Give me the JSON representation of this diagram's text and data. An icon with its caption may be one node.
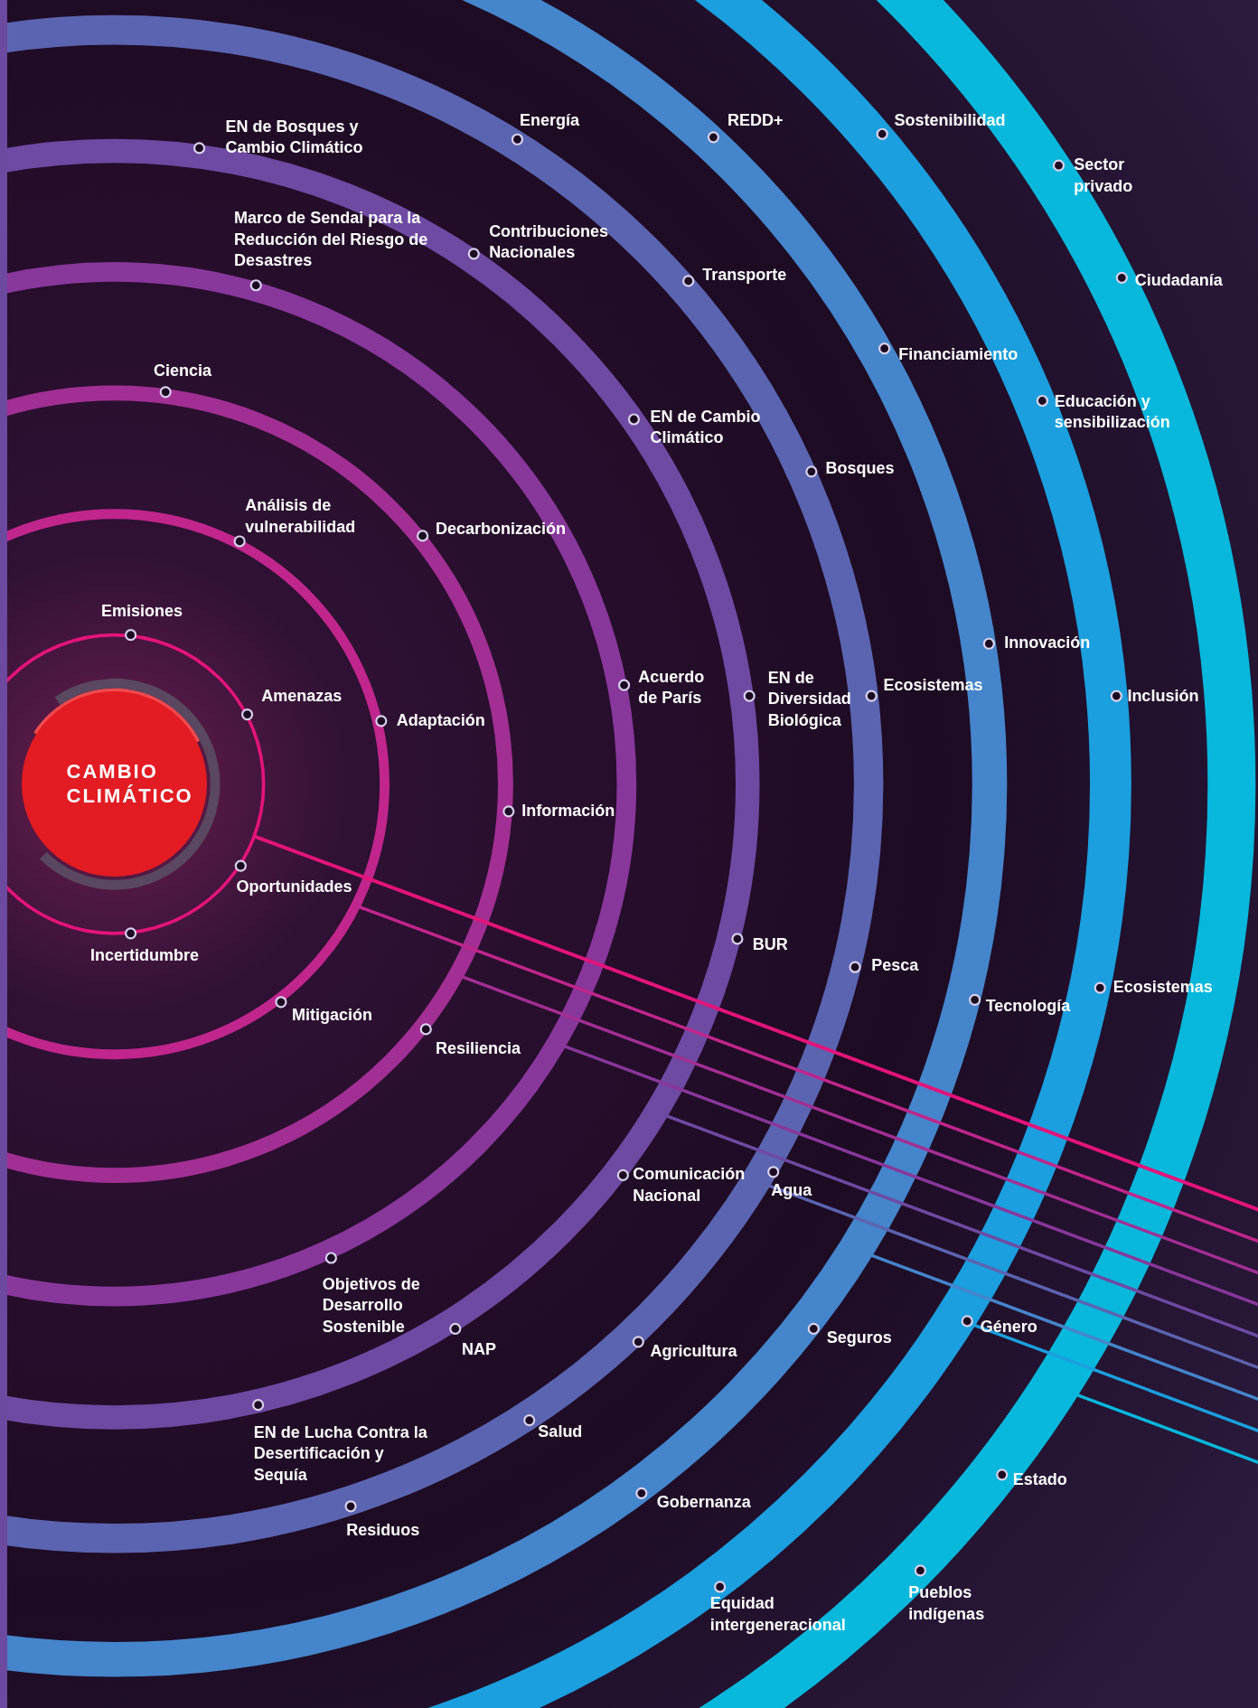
{
  "diagram": {
    "nodes": [
      {
        "text": [
          "CAMBIO CLIMÁTICO"
        ]
      },
      {
        "text": [
          "Emisiones"
        ]
      },
      {
        "text": [
          "Amenazas"
        ]
      },
      {
        "text": [
          "Oportunidades"
        ]
      },
      {
        "text": [
          "Incertidumbre"
        ]
      },
      {
        "text": [
          "Análisis de vulnerabilidad"
        ]
      },
      {
        "text": [
          "Adaptación"
        ]
      },
      {
        "text": [
          "Mitigación"
        ]
      },
      {
        "text": [
          "Ciencia"
        ]
      },
      {
        "text": [
          "Decarbonización"
        ]
      },
      {
        "text": [
          "Información"
        ]
      },
      {
        "text": [
          "Resiliencia"
        ]
      },
      {
        "text": [
          "Marco de Sendai para la Reducción del Riesgo de Desastres"
        ]
      },
      {
        "text": [
          "Acuerdo de París"
        ]
      },
      {
        "text": [
          "Objetivos de Desarrollo Sostenible"
        ]
      },
      {
        "text": [
          "EN de Bosques y Cambio Climático"
        ]
      },
      {
        "text": [
          "Contribuciones Nacionales"
        ]
      },
      {
        "text": [
          "EN de Cambio Climático"
        ]
      },
      {
        "text": [
          "EN de Diversidad Biológica"
        ]
      },
      {
        "text": [
          "BUR"
        ]
      },
      {
        "text": [
          "Comunicación Nacional"
        ]
      },
      {
        "text": [
          "NAP"
        ]
      },
      {
        "text": [
          "EN de Lucha Contra la Desertificación y Sequía"
        ]
      },
      {
        "text": [
          "Energía"
        ]
      },
      {
        "text": [
          "Transporte"
        ]
      },
      {
        "text": [
          "Bosques"
        ]
      },
      {
        "text": [
          "Ecosistemas"
        ]
      },
      {
        "text": [
          "Pesca"
        ]
      },
      {
        "text": [
          "Agua"
        ]
      },
      {
        "text": [
          "Agricultura"
        ]
      },
      {
        "text": [
          "Salud"
        ]
      },
      {
        "text": [
          "Residuos"
        ]
      },
      {
        "text": [
          "REDD+"
        ]
      },
      {
        "text": [
          "Financiamiento"
        ]
      },
      {
        "text": [
          "Innovación"
        ]
      },
      {
        "text": [
          "Tecnología"
        ]
      },
      {
        "text": [
          "Seguros"
        ]
      },
      {
        "text": [
          "Gobernanza"
        ]
      },
      {
        "text": [
          "Sostenibilidad"
        ]
      },
      {
        "text": [
          "Educación y sensibilización"
        ]
      },
      {
        "text": [
          "Inclusión"
        ]
      },
      {
        "text": [
          "Ecosistemas"
        ]
      },
      {
        "text": [
          "Género"
        ]
      },
      {
        "text": [
          "Equidad intergeneracional"
        ]
      },
      {
        "text": [
          "Sector privado"
        ]
      },
      {
        "text": [
          "Ciudadanía"
        ]
      },
      {
        "text": [
          "Estado"
        ]
      },
      {
        "text": [
          "Pueblos indígenas"
        ]
      }
    ]
  }
}
